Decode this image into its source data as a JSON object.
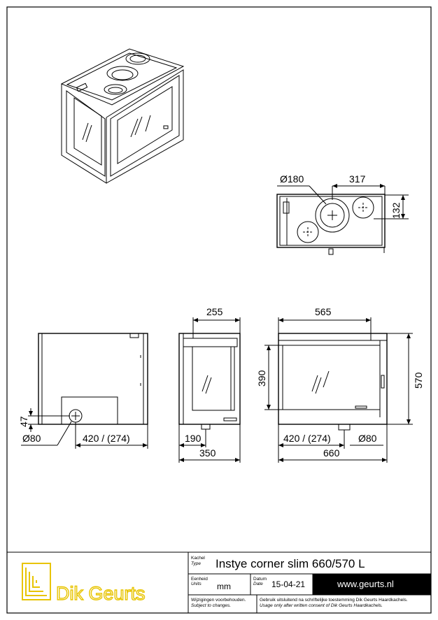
{
  "dimensions": {
    "top_diameter": "Ø180",
    "top_width": "317",
    "top_depth": "132",
    "left_height": "47",
    "left_diameter": "Ø80",
    "left_offset": "420 / (274)",
    "side_depth": "255",
    "side_offset": "190",
    "side_total": "350",
    "front_width": "565",
    "front_window": "390",
    "front_height": "570",
    "front_offset": "420 / (274)",
    "front_diameter": "Ø80",
    "front_total": "660"
  },
  "title_block": {
    "type_label": "Kachel",
    "type_label_en": "Type",
    "product_name": "Instye corner slim 660/570 L",
    "units_label": "Eenheid",
    "units_label_en": "Units",
    "units_value": "mm",
    "date_label": "Datum",
    "date_label_en": "Date",
    "date_value": "15-04-21",
    "website": "www.geurts.nl",
    "disclaimer_nl": "Wijzigingen voorbehouden.",
    "disclaimer_en": "Subject to changes.",
    "usage_nl": "Gebruik uitsluitend na schriftelijke toestemming Dik Geurts Haardkachels.",
    "usage_en": "Usage only after written consent of Dik Geurts Haardkachels.",
    "brand": "Dik Geurts",
    "brand_color": "#e8c400"
  }
}
